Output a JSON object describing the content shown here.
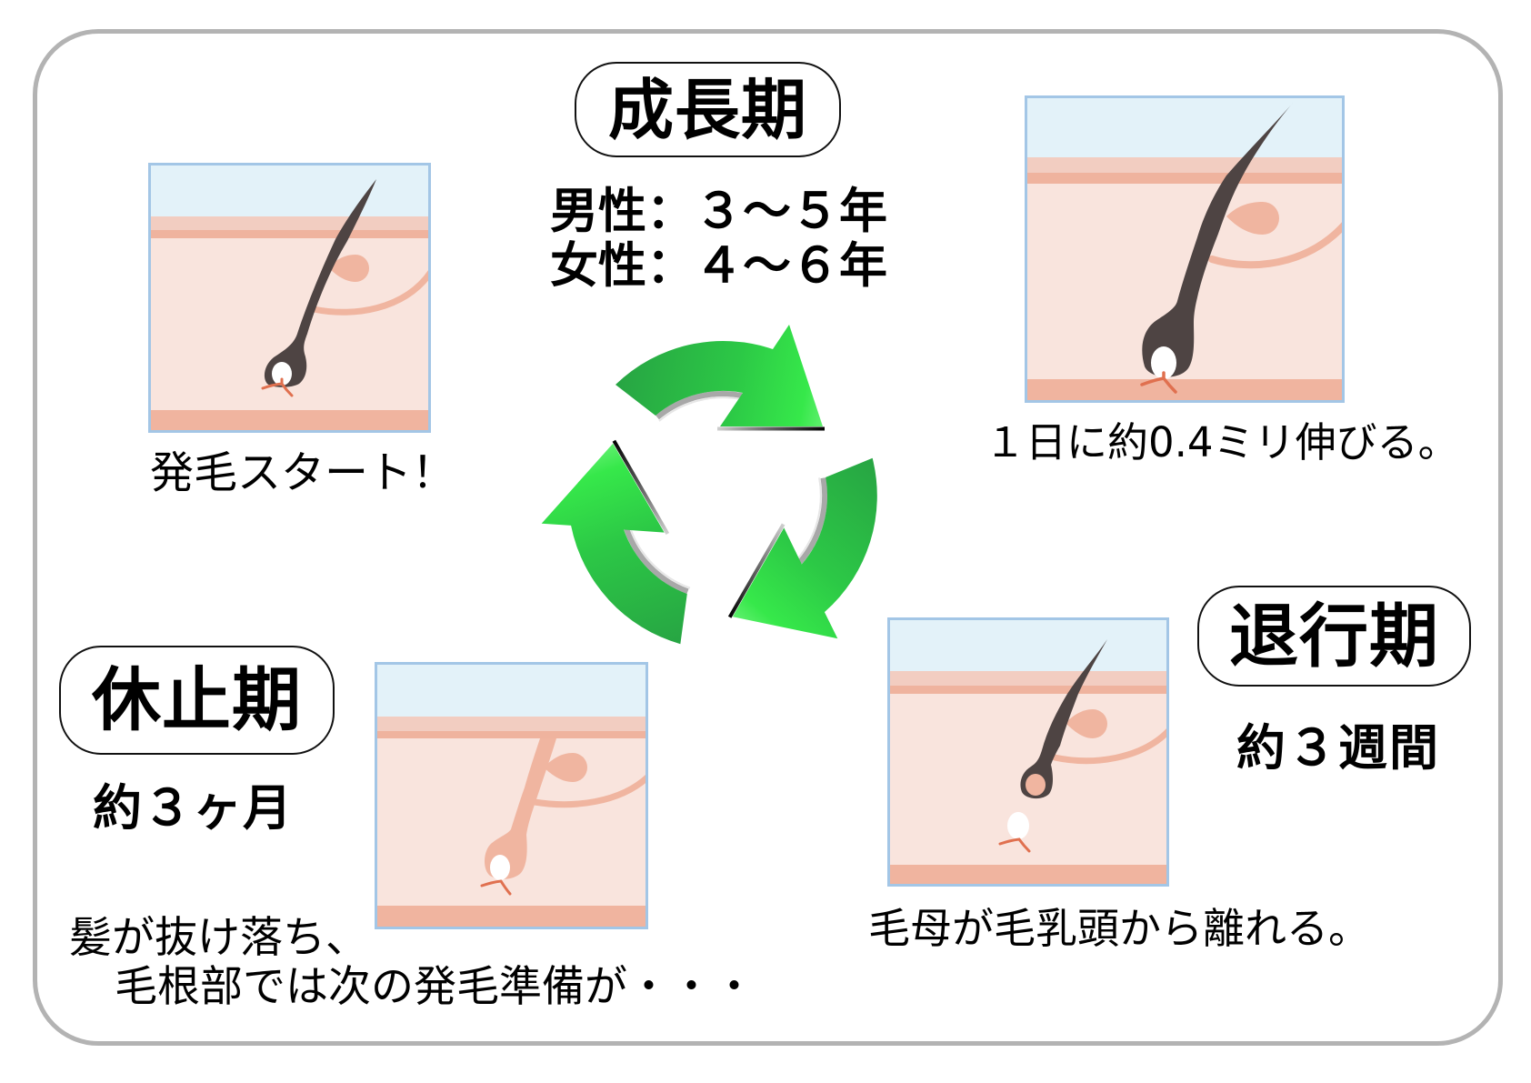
{
  "colors": {
    "frame_border": "#b3b3b3",
    "heading_border": "#111111",
    "text": "#000000",
    "sky": "#e3f2f9",
    "epidermis": "#f2cdc1",
    "epidermis_line": "#efb39e",
    "dermis": "#f9e4dd",
    "subcutis": "#f0b49f",
    "panel_border": "#a3c6e6",
    "hair": "#4e4443",
    "follicle": "#f0b5a0",
    "papilla": "#ffffff",
    "capillary": "#e0704f",
    "arrow_green_dark": "#27a443",
    "arrow_green_mid": "#2cc846",
    "arrow_green_bright": "#36e84a"
  },
  "phases": {
    "early_anagen": {
      "caption": "発毛スタート！",
      "illustration": "hair-follicle-new-growth-icon"
    },
    "anagen": {
      "title": "成長期",
      "duration_lines": [
        "男性：３～５年",
        "女性：４～６年"
      ],
      "caption": "１日に約0.4ミリ伸びる。",
      "illustration": "hair-follicle-anagen-icon"
    },
    "catagen": {
      "title": "退行期",
      "duration": "約３週間",
      "caption": "毛母が毛乳頭から離れる。",
      "illustration": "hair-follicle-catagen-icon"
    },
    "telogen": {
      "title": "休止期",
      "duration": "約３ヶ月",
      "caption_lines": [
        "髪が抜け落ち、",
        "毛根部では次の発毛準備が・・・"
      ],
      "illustration": "hair-follicle-telogen-icon"
    }
  },
  "cycle": {
    "icon": "recycle-arrows-icon",
    "arrow_count": 3,
    "direction": "clockwise"
  }
}
